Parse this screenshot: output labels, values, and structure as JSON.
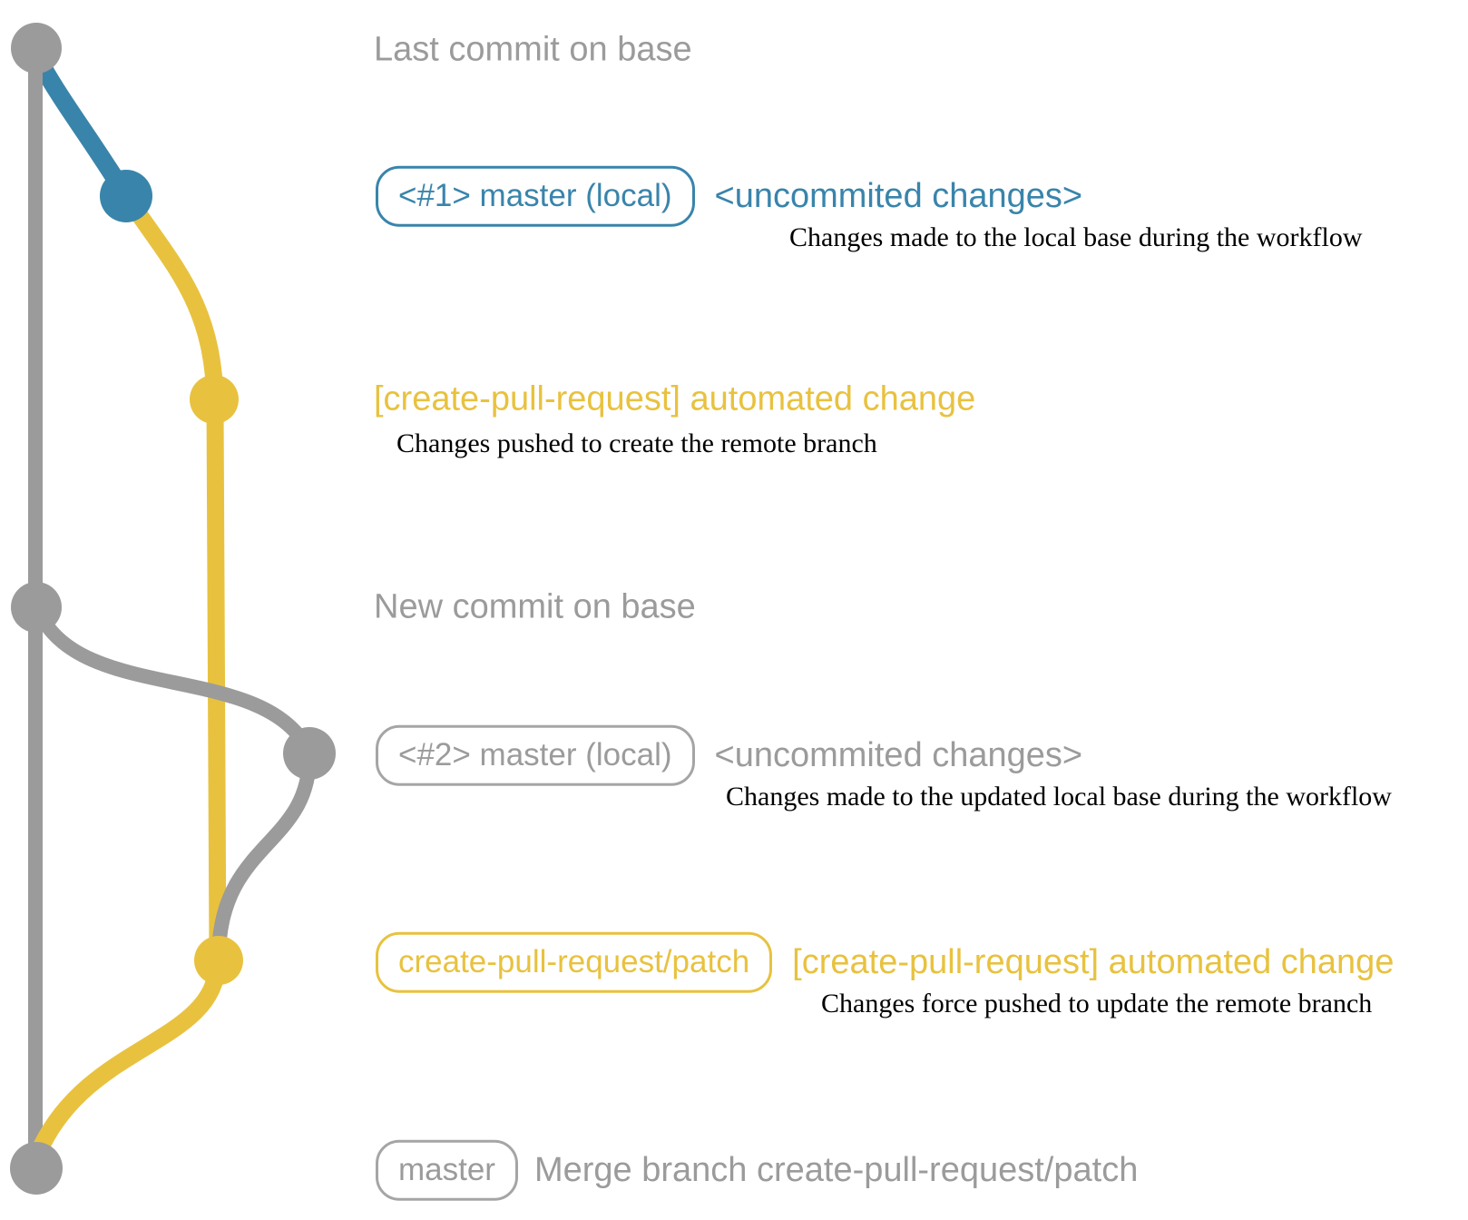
{
  "colors": {
    "base_gray": "#9b9b9b",
    "local_blue": "#3984ab",
    "patch_yellow": "#e8c23f",
    "description_black": "#000000"
  },
  "rows": [
    {
      "heading": "Last commit on base"
    },
    {
      "tag": "<#1> master (local)",
      "message": "<uncommited changes>",
      "description": "Changes made to the local base during the workflow"
    },
    {
      "message": "[create-pull-request] automated change",
      "description": "Changes pushed to create the remote branch"
    },
    {
      "heading": "New commit on base"
    },
    {
      "tag": "<#2> master (local)",
      "message": "<uncommited changes>",
      "description": "Changes made to the updated local base during the workflow"
    },
    {
      "tag": "create-pull-request/patch",
      "message": "[create-pull-request] automated change",
      "description": "Changes force pushed to update the remote branch"
    },
    {
      "tag": "master",
      "message": "Merge branch create-pull-request/patch"
    }
  ],
  "graph": {
    "branches": [
      {
        "name": "base",
        "color": "#9b9b9b"
      },
      {
        "name": "master (local)",
        "color": "#3984ab"
      },
      {
        "name": "create-pull-request/patch",
        "color": "#e8c23f"
      }
    ],
    "commits": [
      {
        "id": "last-commit-on-base",
        "branch": "base",
        "color": "#9b9b9b"
      },
      {
        "id": "uncommitted-changes-1",
        "branch": "master (local)",
        "color": "#3984ab"
      },
      {
        "id": "automated-change-1",
        "branch": "create-pull-request/patch",
        "color": "#e8c23f"
      },
      {
        "id": "new-commit-on-base",
        "branch": "base",
        "color": "#9b9b9b"
      },
      {
        "id": "uncommitted-changes-2",
        "branch": "master (local)",
        "color": "#9b9b9b"
      },
      {
        "id": "automated-change-2-force-push",
        "branch": "create-pull-request/patch",
        "color": "#e8c23f"
      },
      {
        "id": "merge-commit",
        "branch": "base",
        "color": "#9b9b9b"
      }
    ]
  }
}
